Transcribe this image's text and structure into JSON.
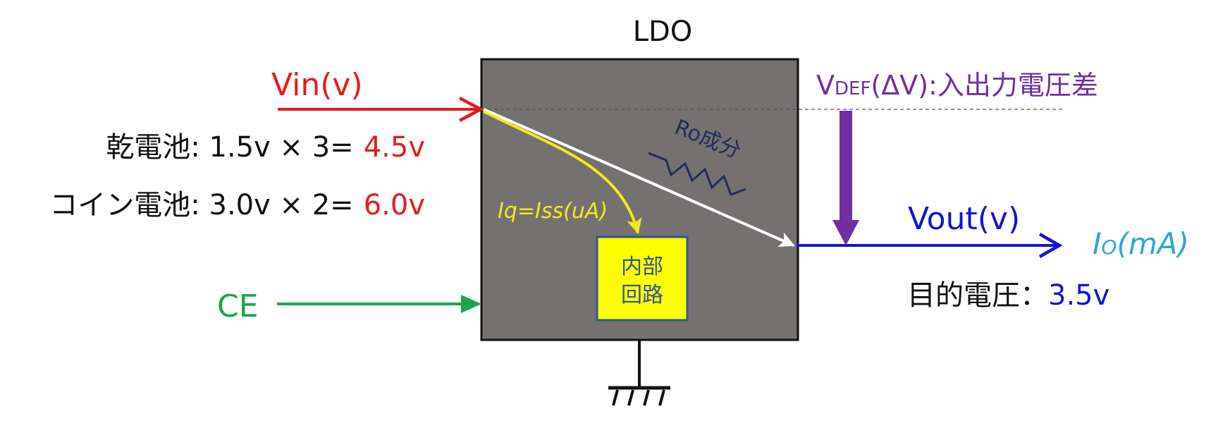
{
  "title": "LDO",
  "colors": {
    "vin": "#e8191c",
    "ce": "#16a84e",
    "vout": "#1414d2",
    "io": "#2ea6d4",
    "vdef": "#7030a0",
    "iq": "#f2ea19",
    "box": "#767171",
    "inner_box": "#ffff00",
    "inner_border": "#2f5597",
    "inner_text": "#2f5597",
    "resistor": "#1f2d5a",
    "black": "#111111"
  },
  "vin": {
    "label": "Vin(v)"
  },
  "battery": {
    "dry_cell_label": "乾電池: 1.5v × 3=",
    "dry_cell_value": "4.5v",
    "coin_cell_label": "コイン電池: 3.0v × 2=",
    "coin_cell_value": "6.0v"
  },
  "ce": {
    "label": "CE"
  },
  "vdef": {
    "v": "V",
    "sub": "DEF",
    "rest": "(ΔV):入出力電圧差"
  },
  "ro": {
    "label": "Ro成分"
  },
  "iq": {
    "label": "Iq=Iss(uA)"
  },
  "internal": {
    "line1": "内部",
    "line2": "回路"
  },
  "vout": {
    "label": "Vout(v)"
  },
  "io": {
    "i": "I",
    "sub": "O",
    "rest": "(mA)"
  },
  "target": {
    "label": "目的電圧：",
    "value": "3.5v"
  }
}
